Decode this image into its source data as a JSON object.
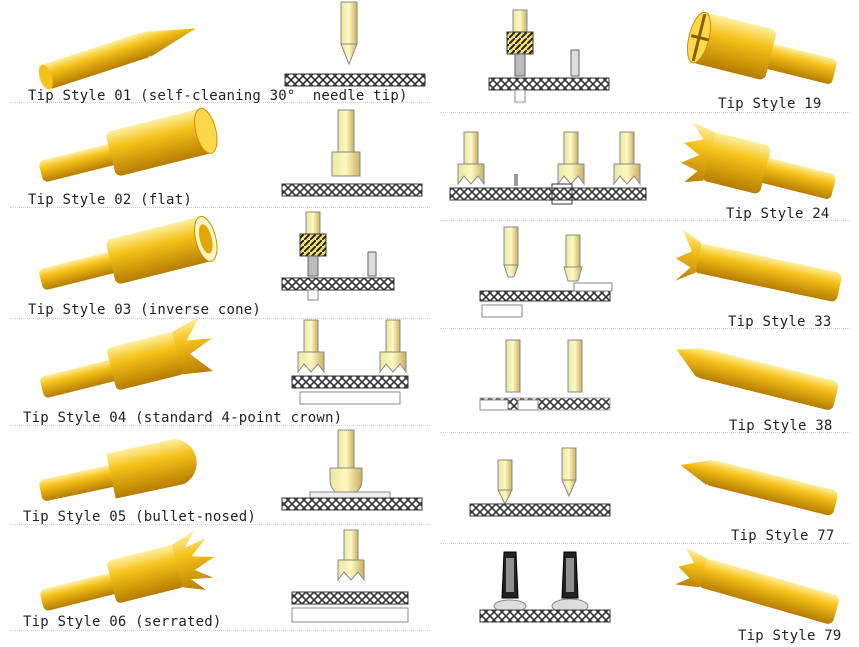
{
  "left_column": [
    {
      "label": "Tip Style 01 (self-cleaning 30°  needle tip)"
    },
    {
      "label": "Tip Style 02 (flat)"
    },
    {
      "label": "Tip Style 03 (inverse cone)"
    },
    {
      "label": "Tip Style 04 (standard 4-point crown)"
    },
    {
      "label": "Tip Style 05 (bullet-nosed)"
    },
    {
      "label": "Tip Style 06 (serrated)"
    }
  ],
  "right_column": [
    {
      "label": "Tip Style 19"
    },
    {
      "label": "Tip Style 24"
    },
    {
      "label": "Tip Style 33"
    },
    {
      "label": "Tip Style 38"
    },
    {
      "label": "Tip Style 77"
    },
    {
      "label": "Tip Style 79"
    }
  ],
  "colors": {
    "gold": "#f2b200",
    "gold_light": "#ffe46a",
    "gold_dark": "#b57d00",
    "board": "#555555",
    "line": "#999999"
  }
}
